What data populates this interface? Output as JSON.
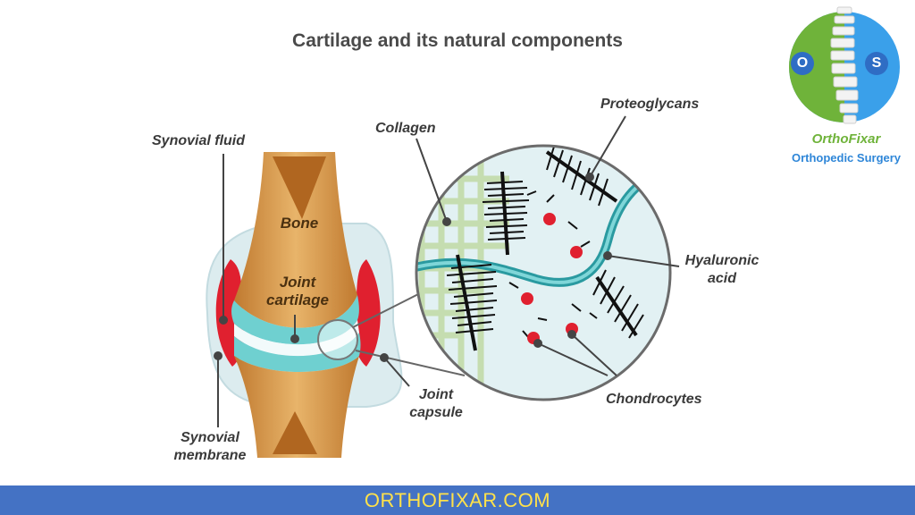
{
  "title": "Cartilage and its natural components",
  "labels": {
    "synovial_fluid": "Synovial fluid",
    "bone": "Bone",
    "joint_cartilage": "Joint\ncartilage",
    "synovial_membrane": "Synovial\nmembrane",
    "joint_capsule": "Joint\ncapsule",
    "collagen": "Collagen",
    "proteoglycans": "Proteoglycans",
    "hyaluronic_acid": "Hyaluronic\nacid",
    "chondrocytes": "Chondrocytes"
  },
  "logo": {
    "letters": [
      "O",
      "S"
    ],
    "brand_name": "OrthoFixar",
    "brand_tagline": "Orthopedic Surgery"
  },
  "footer": {
    "text": "ORTHOFIXAR.COM"
  },
  "colors": {
    "bone": "#c98a3c",
    "bone_light": "#e6b772",
    "cartilage": "#6fd0d0",
    "synovium": "#e0202f",
    "capsule": "#dcecef",
    "circle_fill": "#e2f1f3",
    "footer": "#4472c4",
    "footer_text": "#ffe14a"
  }
}
